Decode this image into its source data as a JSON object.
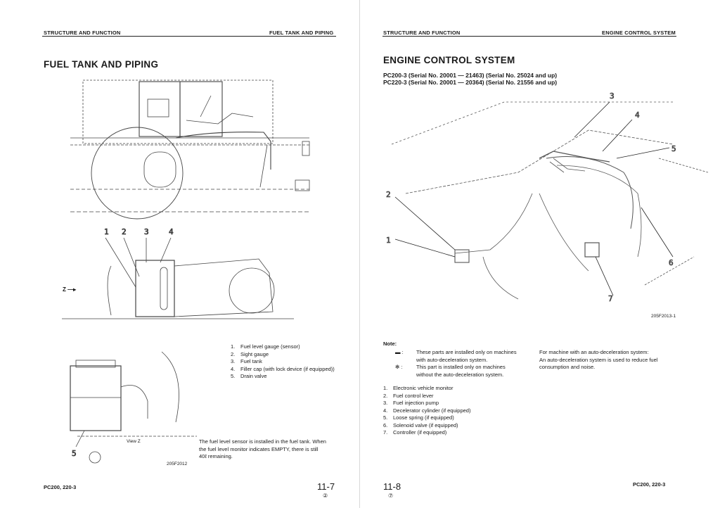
{
  "left": {
    "header_left": "STRUCTURE AND FUNCTION",
    "header_right": "FUEL TANK AND PIPING",
    "title": "FUEL TANK AND PIPING",
    "callouts_top": [
      "1",
      "2",
      "3",
      "4"
    ],
    "callout_bottom": "5",
    "z_label": "Z",
    "view_label": "View Z",
    "parts": [
      {
        "num": "1.",
        "label": "Fuel level gauge (sensor)"
      },
      {
        "num": "2.",
        "label": "Sight gauge"
      },
      {
        "num": "3.",
        "label": "Fuel tank"
      },
      {
        "num": "4.",
        "label": "Filler cap (with lock device (if equipped))"
      },
      {
        "num": "5.",
        "label": "Drain valve"
      }
    ],
    "note_lines": [
      "The fuel level sensor is installed in the fuel tank. When",
      "the fuel level monitor indicates EMPTY, there is still",
      "40ℓ remaining."
    ],
    "fig_code": "205F2012",
    "footer_model": "PC200, 220-3",
    "page_number": "11-7",
    "revision": "②"
  },
  "right": {
    "header_left": "STRUCTURE AND FUNCTION",
    "header_right": "ENGINE CONTROL SYSTEM",
    "title": "ENGINE CONTROL SYSTEM",
    "subtitle_lines": [
      "PC200-3 (Serial No. 20001 — 21463) (Serial No. 25024 and up)",
      "PC220-3 (Serial No. 20001 — 20364) (Serial No. 21556 and up)"
    ],
    "callouts": [
      "1",
      "2",
      "3",
      "4",
      "5",
      "6",
      "7"
    ],
    "fig_code": "205F2013-1",
    "note_title": "Note:",
    "note_dash_symbol": "▬ :",
    "note_dash_lines": [
      "These parts are installed only on machines",
      "with auto-deceleration system."
    ],
    "note_star_symbol": "✻ :",
    "note_star_lines": [
      "This part is installed only on machines",
      "without the auto-deceleration system."
    ],
    "note_right_lines": [
      "For machine with an auto-deceleration system:",
      "An auto-deceleration system is used to reduce fuel",
      "consumption and noise."
    ],
    "parts": [
      {
        "num": "1.",
        "label": "Electronic vehicle monitor"
      },
      {
        "num": "2.",
        "label": "Fuel control lever"
      },
      {
        "num": "3.",
        "label": "Fuel injection pump"
      },
      {
        "num": "4.",
        "label": "Decelerator cylinder (if equipped)"
      },
      {
        "num": "5.",
        "label": "Loose spring (if equipped)"
      },
      {
        "num": "6.",
        "label": "Solenoid valve (if equipped)"
      },
      {
        "num": "7.",
        "label": "Controller (if equipped)"
      }
    ],
    "page_number": "11-8",
    "revision": "⑦",
    "footer_model": "PC200, 220-3"
  }
}
